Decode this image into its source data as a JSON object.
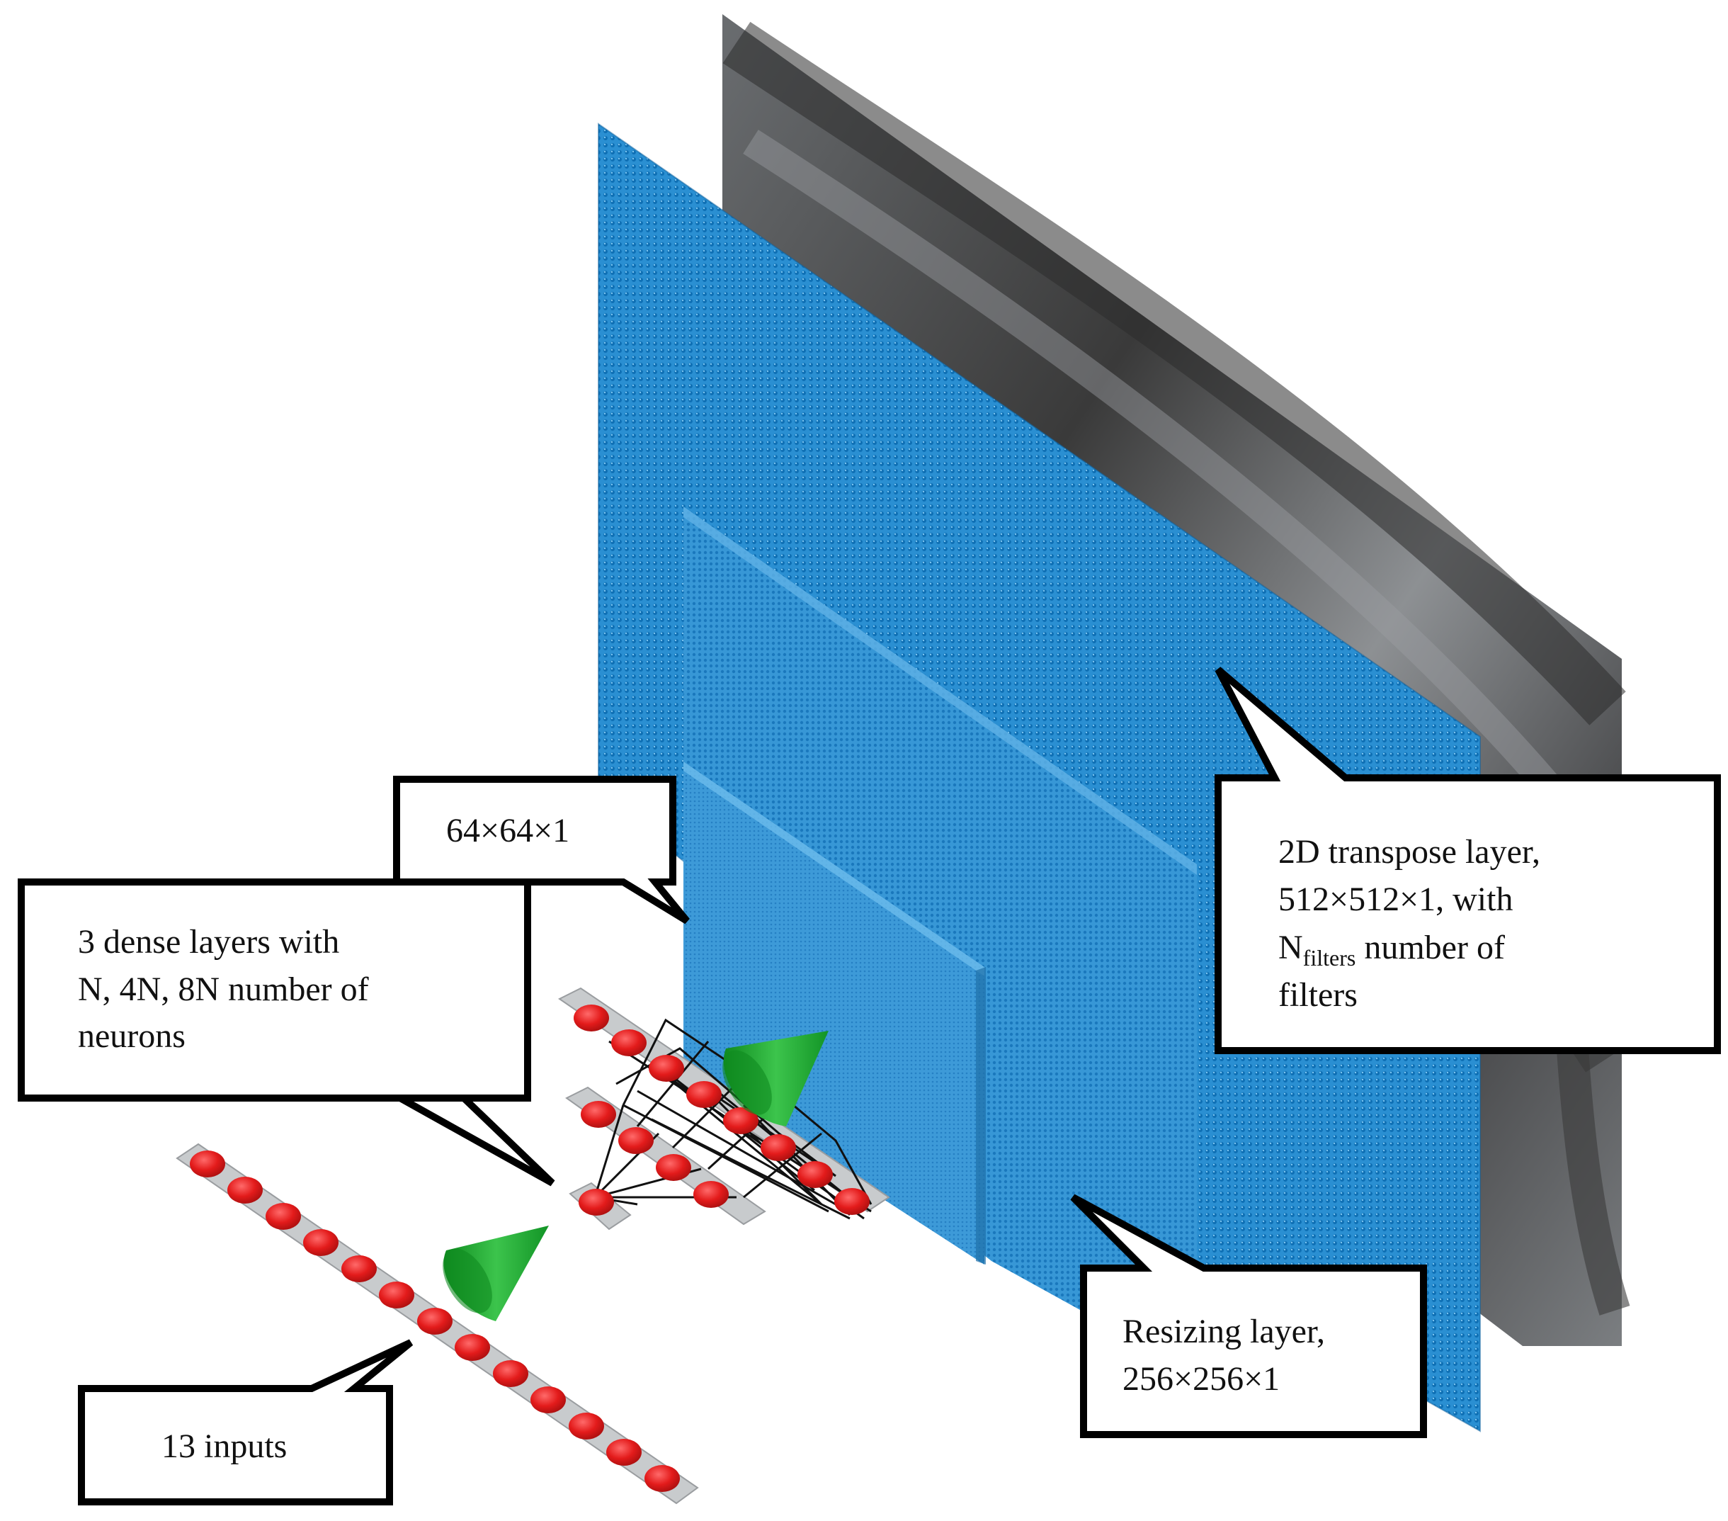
{
  "callouts": {
    "inputs": {
      "text": "13 inputs"
    },
    "dense": {
      "line1": "3 dense layers with",
      "line2": "N, 4N, 8N number of",
      "line3": "neurons"
    },
    "reshape": {
      "text": "64×64×1"
    },
    "resizing": {
      "line1": "Resizing layer,",
      "line2": "256×256×1"
    },
    "transpose": {
      "line1": "2D transpose layer,",
      "line2": "512×512×1, with",
      "line3_main": "N",
      "line3_sub": "filters",
      "line3_rest": " number of",
      "line4": "filters"
    }
  },
  "visual": {
    "colors": {
      "background": "#ffffff",
      "layer_blue": "#1a86cc",
      "layer_blue_light": "#3a9cdb",
      "output_gray_dark": "#3c3c3c",
      "output_gray_light": "#8a8d90",
      "neuron_red": "#e01818",
      "neuron_strip": "#c8cbcd",
      "arrow_green": "#1a9a2a",
      "callout_border": "#000000"
    },
    "icons": [
      "neuron-dot",
      "green-cone-arrow",
      "speech-callout"
    ]
  }
}
